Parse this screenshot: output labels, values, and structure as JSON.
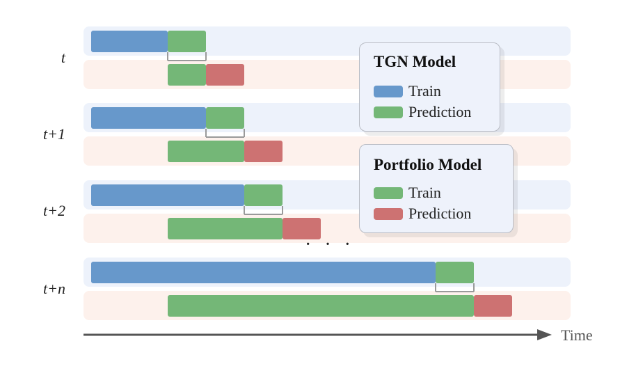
{
  "colors": {
    "tgn_band": "#edf2fb",
    "portfolio_band": "#fdf1ec",
    "train_tgn": "#6798cb",
    "prediction_green": "#74b777",
    "prediction_red": "#cd7272",
    "axis": "#555555"
  },
  "rows": [
    {
      "label": "t",
      "tgn_train": [
        0,
        2
      ],
      "tgn_pred": [
        2,
        3
      ],
      "pf_train": [
        2,
        3
      ],
      "pf_pred": [
        3,
        4
      ]
    },
    {
      "label": "t+1",
      "tgn_train": [
        0,
        3
      ],
      "tgn_pred": [
        3,
        4
      ],
      "pf_train": [
        2,
        4
      ],
      "pf_pred": [
        4,
        5
      ]
    },
    {
      "label": "t+2",
      "tgn_train": [
        0,
        4
      ],
      "tgn_pred": [
        4,
        5
      ],
      "pf_train": [
        2,
        5
      ],
      "pf_pred": [
        5,
        6
      ]
    },
    {
      "label": "t+n",
      "tgn_train": [
        0,
        9
      ],
      "tgn_pred": [
        9,
        10
      ],
      "pf_train": [
        2,
        10
      ],
      "pf_pred": [
        10,
        11
      ]
    }
  ],
  "ellipsis": "· · ·",
  "legend_tgn": {
    "title": "TGN Model",
    "items": [
      {
        "label": "Train",
        "color": "#6798cb"
      },
      {
        "label": "Prediction",
        "color": "#74b777"
      }
    ]
  },
  "legend_portfolio": {
    "title": "Portfolio Model",
    "items": [
      {
        "label": "Train",
        "color": "#74b777"
      },
      {
        "label": "Prediction",
        "color": "#cd7272"
      }
    ]
  },
  "axis": {
    "label": "Time"
  }
}
